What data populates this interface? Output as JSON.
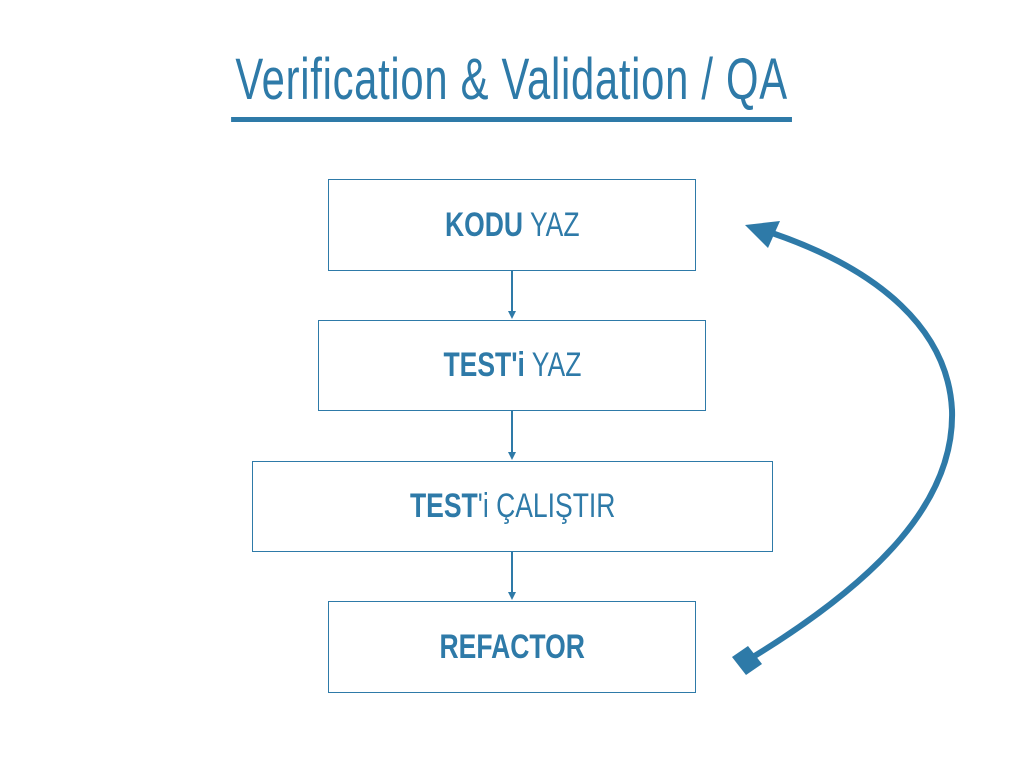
{
  "title": "Verification & Validation / QA",
  "steps": [
    {
      "bold": "KODU",
      "rest": " YAZ"
    },
    {
      "bold": "TEST'i",
      "rest": " YAZ"
    },
    {
      "bold": "TEST",
      "rest": "'i ÇALIŞTIR"
    },
    {
      "bold": "REFACTOR",
      "rest": ""
    }
  ],
  "colors": {
    "accent": "#2e7aa8",
    "background": "#ffffff"
  }
}
